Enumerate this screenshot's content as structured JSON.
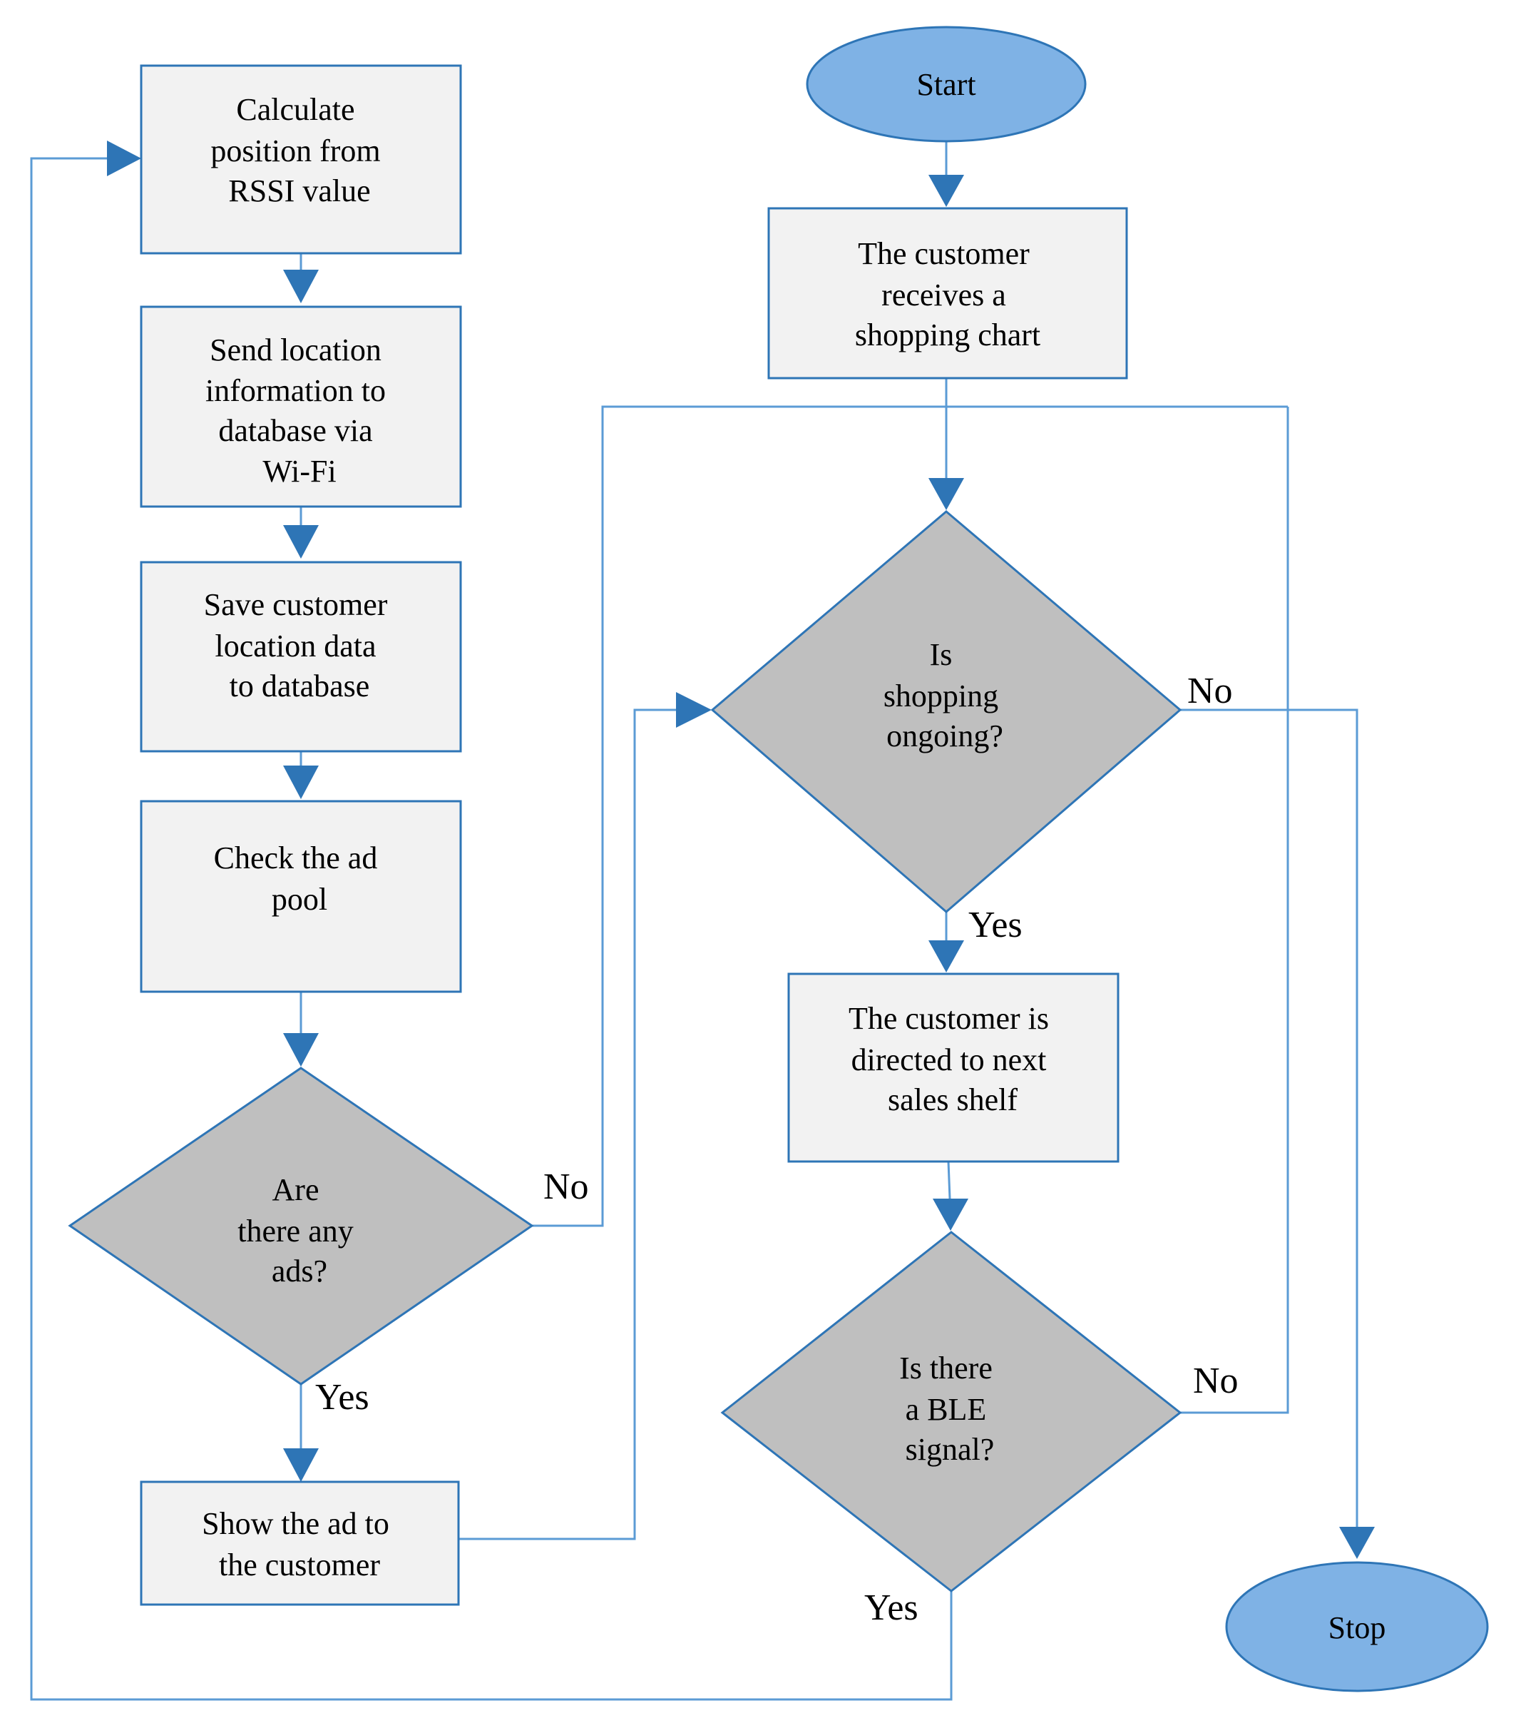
{
  "nodes": {
    "start": "Start",
    "receive_chart": [
      "The customer",
      "receives a",
      "shopping chart"
    ],
    "calc_position": [
      "Calculate",
      "position from",
      "RSSI value"
    ],
    "send_location": [
      "Send location",
      "information to",
      "database via",
      "Wi-Fi"
    ],
    "save_location": [
      "Save customer",
      "location data",
      "to database"
    ],
    "check_pool": [
      "Check the ad",
      "pool"
    ],
    "any_ads": [
      "Are",
      "there any",
      "ads?"
    ],
    "show_ad": [
      "Show the ad to",
      "the customer"
    ],
    "shopping_ongoing": [
      "Is",
      "shopping",
      "ongoing?"
    ],
    "directed_next": [
      "The customer is",
      "directed to next",
      "sales shelf"
    ],
    "ble_signal": [
      "Is there",
      "a BLE",
      "signal?"
    ],
    "stop": "Stop"
  },
  "edge_labels": {
    "ads_no": "No",
    "ads_yes": "Yes",
    "ongoing_no": "No",
    "ongoing_yes": "Yes",
    "ble_no": "No",
    "ble_yes": "Yes"
  },
  "colors": {
    "process_fill": "#f2f2f2",
    "decision_fill": "#bfbfbf",
    "terminal_fill": "#7fb2e5",
    "outline": "#2e75b6",
    "connector": "#5b9bd5"
  }
}
